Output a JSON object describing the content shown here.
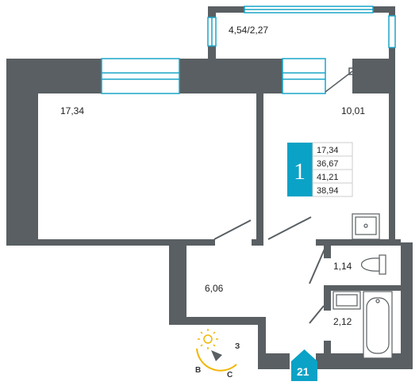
{
  "plan": {
    "rooms": {
      "balcony": "4,54/2,27",
      "living_room": "17,34",
      "kitchen": "10,01",
      "hall": "6,06",
      "wc": "1,14",
      "bathroom": "2,12"
    },
    "summary": {
      "rooms_count": "1",
      "values": [
        "17,34",
        "36,67",
        "41,21",
        "38,94"
      ]
    },
    "entrance": "21",
    "compass": {
      "east": "З",
      "west": "В",
      "south": "С"
    },
    "colors": {
      "wall": "#595f62",
      "accent": "#0aa2c6",
      "window": "#1aa5c9",
      "compass": "#f2b705"
    }
  }
}
